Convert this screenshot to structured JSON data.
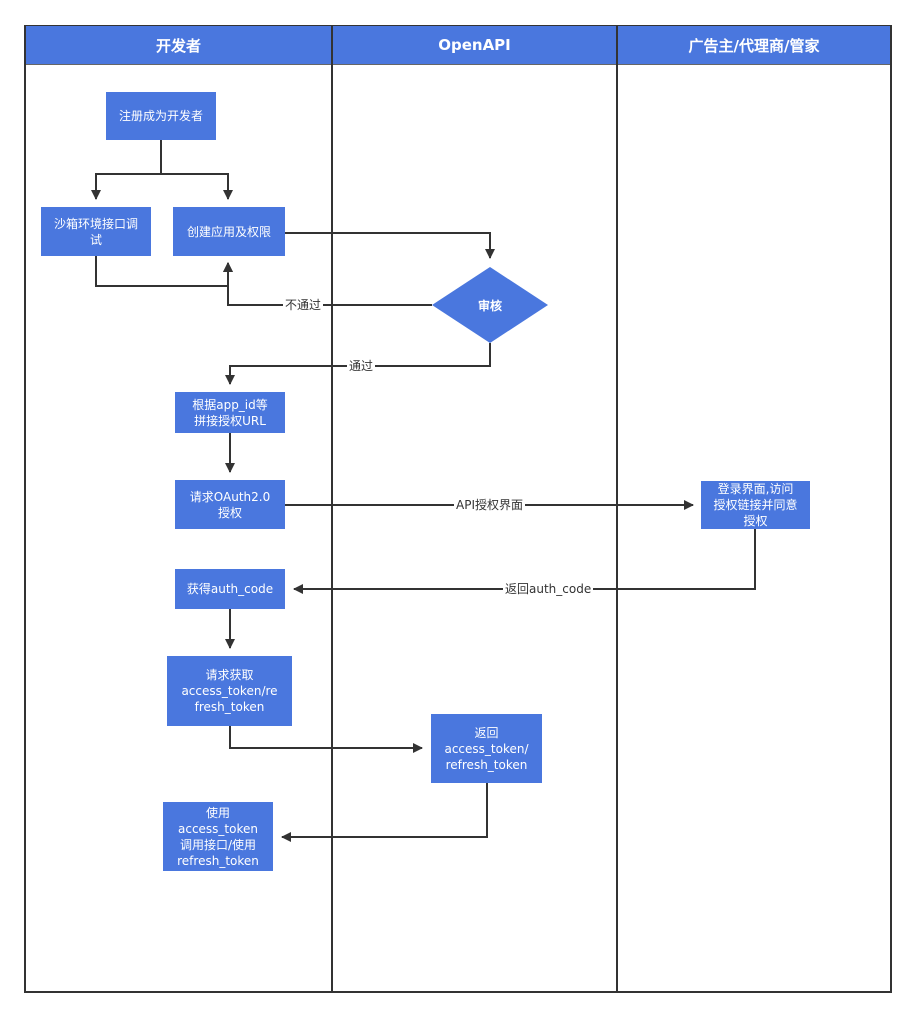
{
  "lanes": [
    {
      "id": "developer",
      "title": "开发者"
    },
    {
      "id": "openapi",
      "title": "OpenAPI"
    },
    {
      "id": "advertiser",
      "title": "广告主/代理商/管家"
    }
  ],
  "nodes": {
    "register": "注册成为开发者",
    "sandbox": "沙箱环境接口调\n试",
    "create_app": "创建应用及权限",
    "review": "审核",
    "build_url": "根据app_id等\n拼接授权URL",
    "oauth": "请求OAuth2.0\n授权",
    "login": "登录界面,访问\n授权链接并同意\n授权",
    "auth_code": "获得auth_code",
    "request_token": "请求获取\naccess_token/re\nfresh_token",
    "return_token": "返回\naccess_token/\nrefresh_token",
    "use_token": "使用\naccess_token\n调用接口/使用\nrefresh_token"
  },
  "edge_labels": {
    "reject": "不通过",
    "pass": "通过",
    "api_auth": "API授权界面",
    "return_code": "返回auth_code"
  },
  "colors": {
    "node_fill": "#4a77de",
    "line": "#333333",
    "border": "#333333"
  }
}
